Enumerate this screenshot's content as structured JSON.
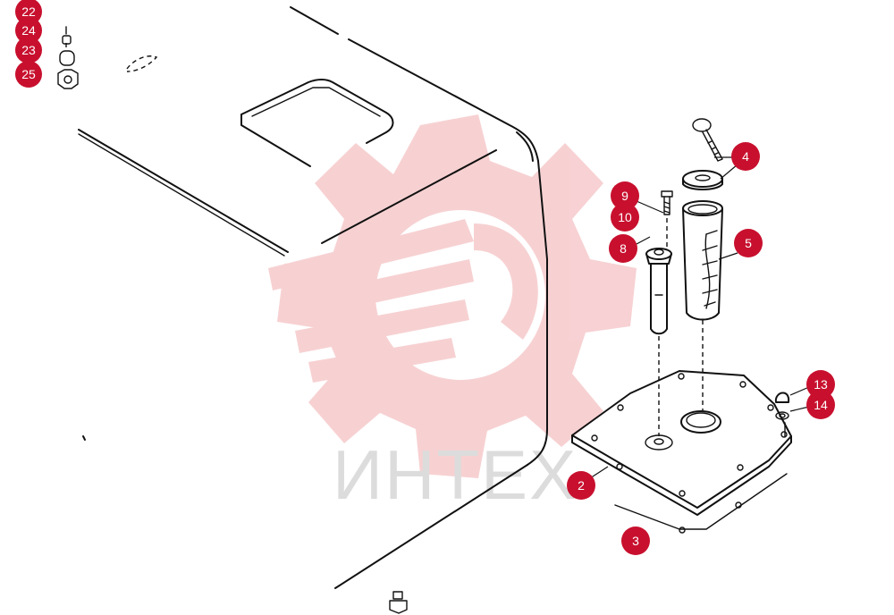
{
  "watermark": {
    "text": "ИНТЕХ",
    "color": "#f4c6c8"
  },
  "callout_color": "#c8102e",
  "callouts": [
    {
      "id": "22",
      "label": "22"
    },
    {
      "id": "24",
      "label": "24"
    },
    {
      "id": "23",
      "label": "23"
    },
    {
      "id": "25",
      "label": "25"
    },
    {
      "id": "4",
      "label": "4"
    },
    {
      "id": "9",
      "label": "9"
    },
    {
      "id": "10",
      "label": "10"
    },
    {
      "id": "8",
      "label": "8"
    },
    {
      "id": "5",
      "label": "5"
    },
    {
      "id": "13",
      "label": "13"
    },
    {
      "id": "14",
      "label": "14"
    },
    {
      "id": "2",
      "label": "2"
    },
    {
      "id": "3",
      "label": "3"
    }
  ]
}
